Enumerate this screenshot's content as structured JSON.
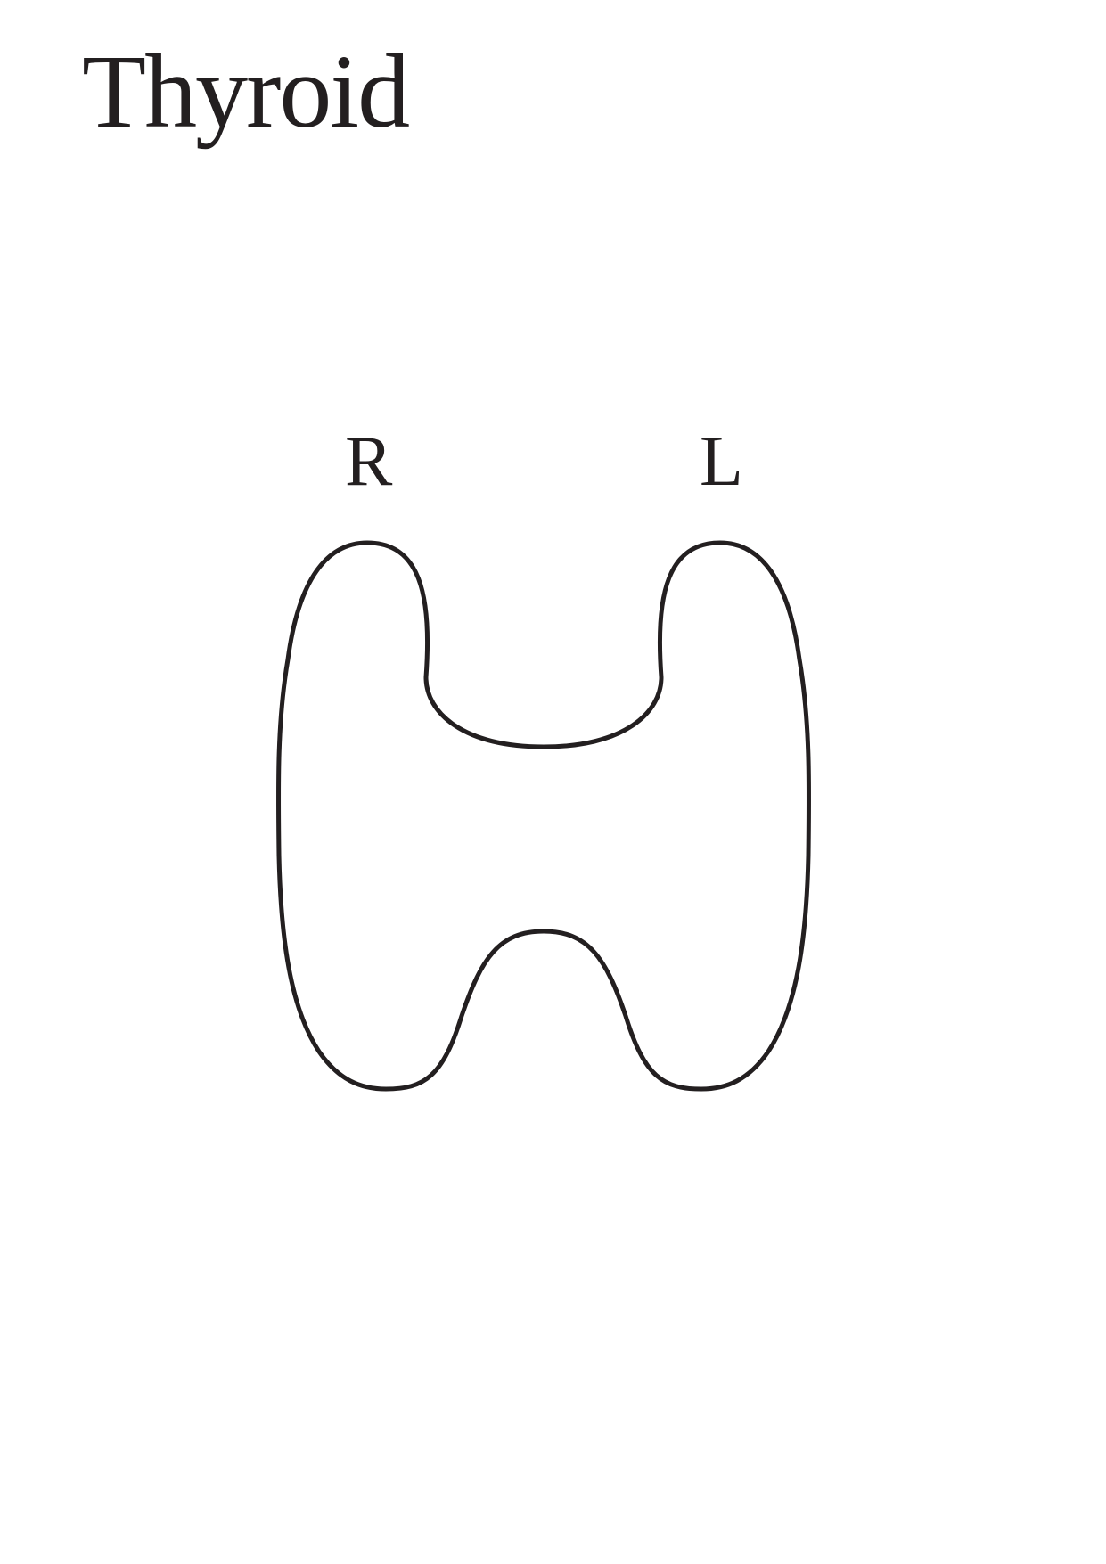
{
  "title": "Thyroid",
  "labels": {
    "right": "R",
    "left": "L"
  },
  "colors": {
    "ink": "#231f20",
    "background": "#ffffff",
    "outline_fill": "none"
  }
}
